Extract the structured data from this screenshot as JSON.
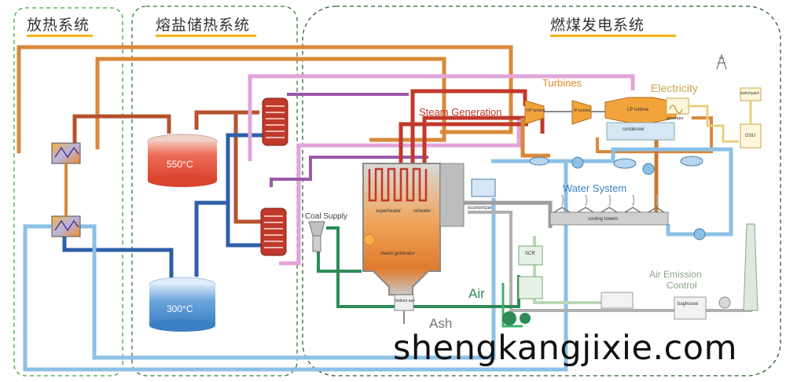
{
  "sections": {
    "heat_release": "放热系统",
    "molten_salt": "熔盐储热系统",
    "coal_power": "燃煤发电系统"
  },
  "tanks": {
    "hot": "550°C",
    "cold": "300°C"
  },
  "labels": {
    "turbines": "Turbines",
    "electricity": "Electricity",
    "steam_generation": "Steam Generation",
    "water_system": "Water System",
    "coal_supply": "Coal Supply",
    "air": "Air",
    "ash": "Ash",
    "air_emission": "Air Emission",
    "control": "Control",
    "superheater": "superheater",
    "reheater": "reheater",
    "economizer": "economizer",
    "steam_generator": "steam generator",
    "condenser": "condenser",
    "lp_turbine": "LP turbine",
    "hp_turbine": "HP turbine",
    "ip_turbine": "IP turbine",
    "cooling_towers": "cooling towers",
    "gsu": "GSU",
    "bottom_ash": "bottom ash",
    "scr": "SCR",
    "baghouse": "baghouse",
    "generator": "generator",
    "switchyard": "switchyard"
  },
  "watermark": "shengkangjixie.com",
  "colors": {
    "orange_pipe": "#d9883a",
    "brown_pipe": "#b5532d",
    "dark_red_pipe": "#c0392b",
    "blue_pipe": "#2f5fa8",
    "light_blue_pipe": "#8cc0e6",
    "pink_pipe": "#e2a4d9",
    "purple_pipe": "#9a5aa8",
    "green_pipe": "#2e8b57",
    "gray_pipe": "#9e9e9e",
    "hot_tank": "#e8523f",
    "cold_tank": "#4b8fd1",
    "dashed_border": "#2e7d32",
    "title_underline": "#f2b51b"
  }
}
